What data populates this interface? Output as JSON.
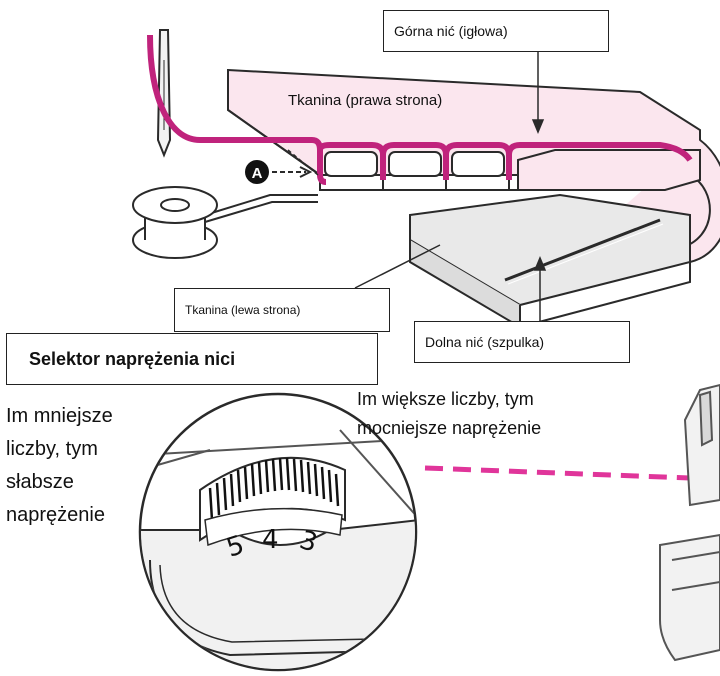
{
  "labels": {
    "upper_thread": "Górna nić (igłowa)",
    "fabric_right_side": "Tkanina (prawa strona)",
    "fabric_wrong_side": "Tkanina (lewa strona)",
    "lower_thread": "Dolna nić (szpulka)",
    "marker_a": "A",
    "tension_selector_title": "Selektor naprężenia nici",
    "lower_numbers": "Im mniejsze liczby, tym słabsze naprężenie",
    "higher_numbers": "Im większe liczby, tym mocniejsze naprężenie"
  },
  "dial": {
    "numbers": [
      "5",
      "4",
      "3"
    ]
  },
  "colors": {
    "upper_thread": "#c0237c",
    "fabric_fill": "#fbe6ee",
    "fabric_wrong_fill": "#e9e9e9",
    "dashed_arrow": "#e0359a",
    "outline": "#2a2a2a"
  }
}
